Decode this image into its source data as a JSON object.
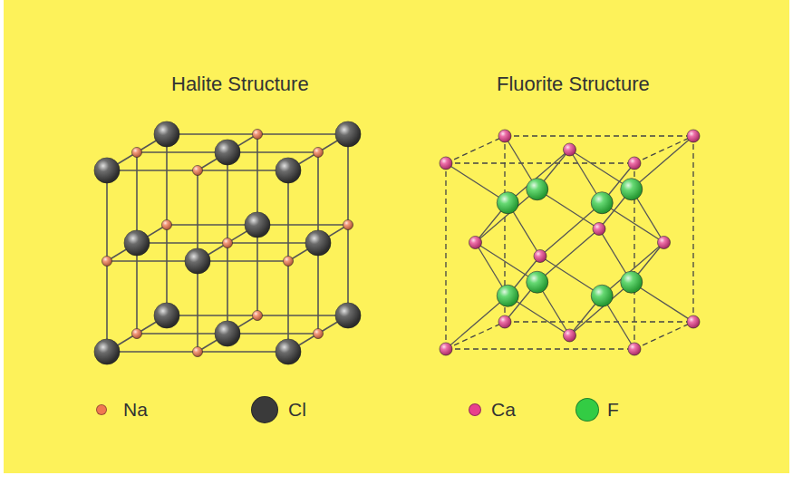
{
  "diagram": {
    "labels": [
      "Halite Structure",
      "Fluorite Structure"
    ],
    "legend": [
      {
        "text": "Na",
        "color": "#f07850"
      },
      {
        "text": "Cl",
        "color": "#3a3a3a"
      },
      {
        "text": "Ca",
        "color": "#e8408c"
      },
      {
        "text": "F",
        "color": "#33cc44"
      }
    ]
  }
}
